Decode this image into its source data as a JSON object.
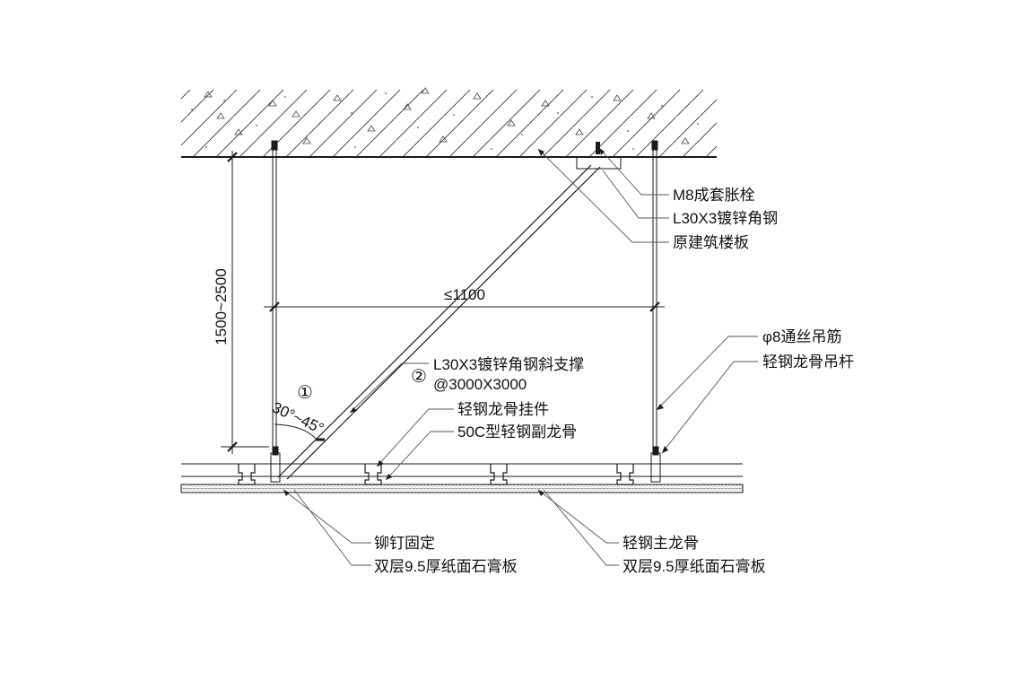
{
  "dimensions": {
    "height_range": "1500~2500",
    "span": "≤1100",
    "angle": "30°~45°"
  },
  "markers": {
    "marker1": "①",
    "marker2": "②"
  },
  "labels": {
    "anchor_bolt": "M8成套胀栓",
    "angle_steel": "L30X3镀锌角钢",
    "floor_slab": "原建筑楼板",
    "brace_line1": "L30X3镀锌角钢斜支撑",
    "brace_line2": "@3000X3000",
    "hanger_rod": "φ8通丝吊筋",
    "keel_hanger": "轻钢龙骨吊杆",
    "keel_clip": "轻钢龙骨挂件",
    "secondary_keel": "50C型轻钢副龙骨",
    "rivet": "铆钉固定",
    "gypsum_left": "双层9.5厚纸面石膏板",
    "main_keel": "轻钢主龙骨",
    "gypsum_right": "双层9.5厚纸面石膏板"
  },
  "colors": {
    "line": "#1a1a1a",
    "leader": "#555555",
    "hatch": "#333333",
    "board": "#bdbdbd"
  }
}
